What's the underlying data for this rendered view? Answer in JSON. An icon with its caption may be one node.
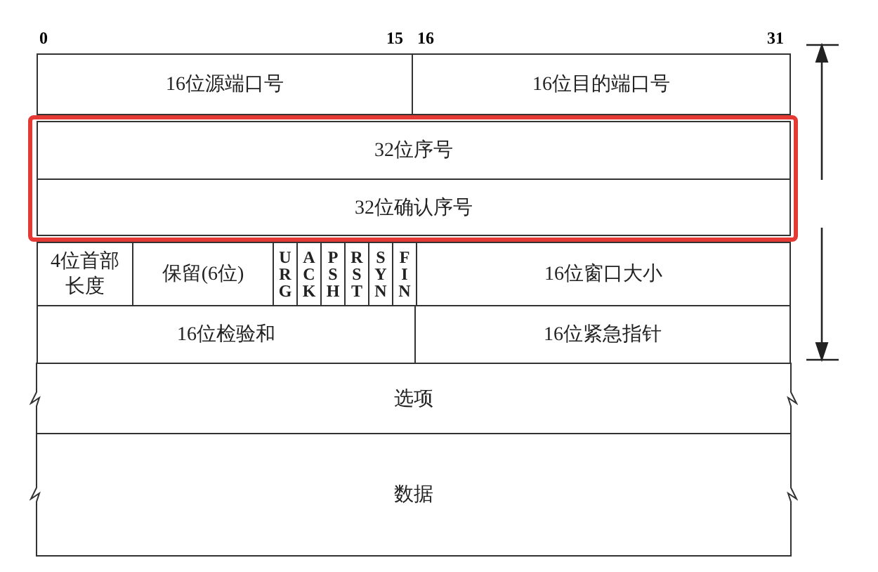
{
  "diagram": {
    "nodes": [
      {
        "text": [
          "16位源端口号"
        ]
      },
      {
        "text": [
          "16位目的端口号"
        ]
      },
      {
        "text": [],
        "shape": "box"
      },
      {
        "text": [
          "32位序号"
        ],
        "in": 2
      },
      {
        "text": [
          "32位确认序号"
        ],
        "in": 2
      },
      {
        "text": [
          "4位首部长度"
        ]
      },
      {
        "text": [
          "保留(6位)"
        ]
      },
      {
        "text": [
          "URG"
        ]
      },
      {
        "text": [
          "ACK"
        ]
      },
      {
        "text": [
          "PSH"
        ]
      },
      {
        "text": [
          "RST"
        ]
      },
      {
        "text": [
          "SYN"
        ]
      },
      {
        "text": [
          "FIN"
        ]
      },
      {
        "text": [
          "16位窗口大小"
        ]
      },
      {
        "text": [
          "16位检验和"
        ]
      },
      {
        "text": [
          "16位紧急指针"
        ]
      },
      {
        "text": [
          "选项"
        ]
      },
      {
        "text": [
          "数据"
        ]
      }
    ],
    "labels": [
      "0",
      "15",
      "16",
      "31"
    ]
  }
}
